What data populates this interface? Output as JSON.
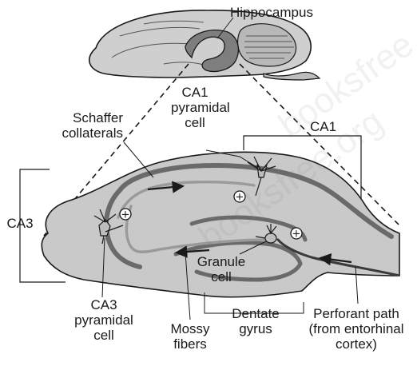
{
  "labels": {
    "hippocampus": "Hippocampus",
    "ca1_pyramidal_cell": [
      "CA1",
      "pyramidal",
      "cell"
    ],
    "ca1_region": "CA1",
    "schaffer_collaterals": [
      "Schaffer",
      "collaterals"
    ],
    "ca3_region": "CA3",
    "granule_cell": [
      "Granule",
      "cell"
    ],
    "ca3_pyramidal_cell": [
      "CA3",
      "pyramidal",
      "cell"
    ],
    "mossy_fibers": [
      "Mossy",
      "fibers"
    ],
    "dentate_gyrus": [
      "Dentate",
      "gyrus"
    ],
    "perforant_path": [
      "Perforant path",
      "(from entorhinal",
      "cortex)"
    ]
  },
  "synapse_symbol": "+",
  "watermark": "booksfree.org",
  "colors": {
    "tissue_fill": "#c9c9c9",
    "tissue_stroke": "#1a1a1a",
    "pathway_dark": "#6a6a6a",
    "pathway_light": "#9a9a9a",
    "hippocampus_fill": "#7e7e7e",
    "ink": "#1a1a1a"
  }
}
